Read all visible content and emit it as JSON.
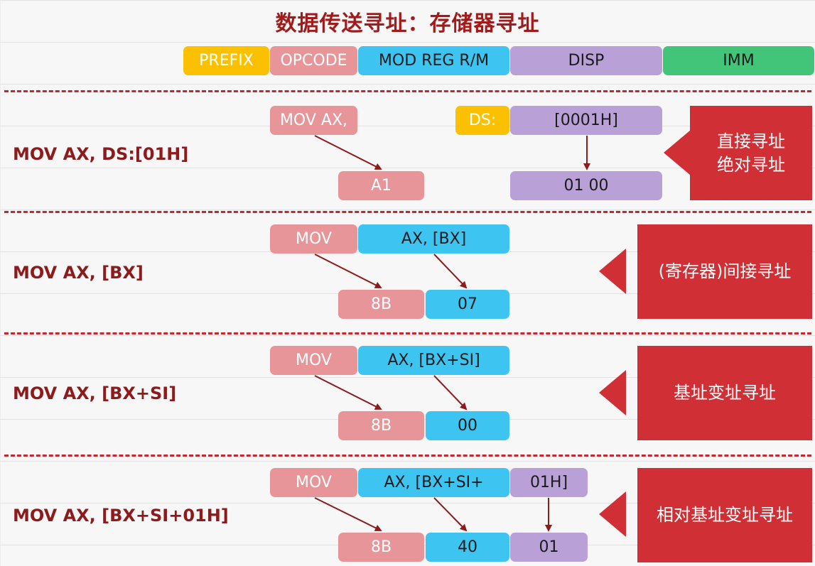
{
  "title": "数据传送寻址：存储器寻址",
  "format": {
    "prefix": "PREFIX",
    "opcode": "OPCODE",
    "modrm": "MOD REG R/M",
    "disp": "DISP",
    "imm": "IMM"
  },
  "rows": [
    {
      "instruction": "MOV AX, DS:[01H]",
      "parts": {
        "op": "MOV AX,",
        "seg": "DS:",
        "addr": "[0001H]"
      },
      "encoding": {
        "opcode": "A1",
        "disp": "01 00"
      },
      "mode": [
        "直接寻址",
        "绝对寻址"
      ]
    },
    {
      "instruction": "MOV AX, [BX]",
      "parts": {
        "op": "MOV",
        "operands": "AX, [BX]"
      },
      "encoding": {
        "opcode": "8B",
        "modrm": "07"
      },
      "mode": [
        "(寄存器)间接寻址"
      ]
    },
    {
      "instruction": "MOV AX, [BX+SI]",
      "parts": {
        "op": "MOV",
        "operands": "AX, [BX+SI]"
      },
      "encoding": {
        "opcode": "8B",
        "modrm": "00"
      },
      "mode": [
        "基址变址寻址"
      ]
    },
    {
      "instruction": "MOV AX, [BX+SI+01H]",
      "parts": {
        "op": "MOV",
        "operands": "AX, [BX+SI+",
        "disp": "01H]"
      },
      "encoding": {
        "opcode": "8B",
        "modrm": "40",
        "disp": "01"
      },
      "mode": [
        "相对基址变址寻址"
      ]
    }
  ],
  "colors": {
    "prefix": "#fbc100",
    "opcode": "#e8959a",
    "modrm": "#3ec4f0",
    "disp": "#b9a0d6",
    "imm": "#42c579",
    "accent": "#d02f35",
    "title": "#a11b1b"
  }
}
